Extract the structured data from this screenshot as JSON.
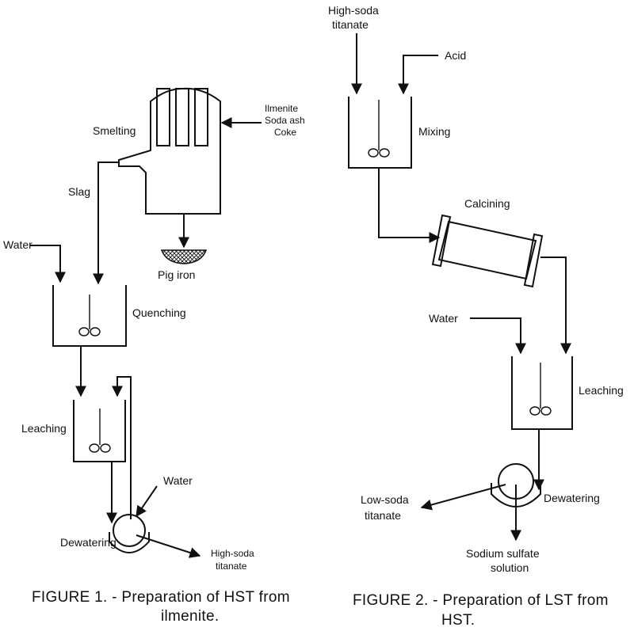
{
  "figure1": {
    "labels": {
      "smelting": "Smelting",
      "feed_line1": "Ilmenite",
      "feed_line2": "Soda ash",
      "feed_line3": "Coke",
      "slag": "Slag",
      "pig_iron": "Pig iron",
      "water_in": "Water",
      "quenching": "Quenching",
      "leaching": "Leaching",
      "water_wash": "Water",
      "dewatering": "Dewatering",
      "product_line1": "High-soda",
      "product_line2": "titanate"
    },
    "caption_line1": "FIGURE 1. - Preparation of HST from",
    "caption_line2": "ilmenite."
  },
  "figure2": {
    "labels": {
      "feed_line1": "High-soda",
      "feed_line2": "titanate",
      "acid": "Acid",
      "mixing": "Mixing",
      "calcining": "Calcining",
      "water": "Water",
      "leaching": "Leaching",
      "product_line1": "Low-soda",
      "product_line2": "titanate",
      "dewatering": "Dewatering",
      "byproduct_line1": "Sodium sulfate",
      "byproduct_line2": "solution"
    },
    "caption_line1": "FIGURE 2. - Preparation of LST from",
    "caption_line2": "HST."
  }
}
